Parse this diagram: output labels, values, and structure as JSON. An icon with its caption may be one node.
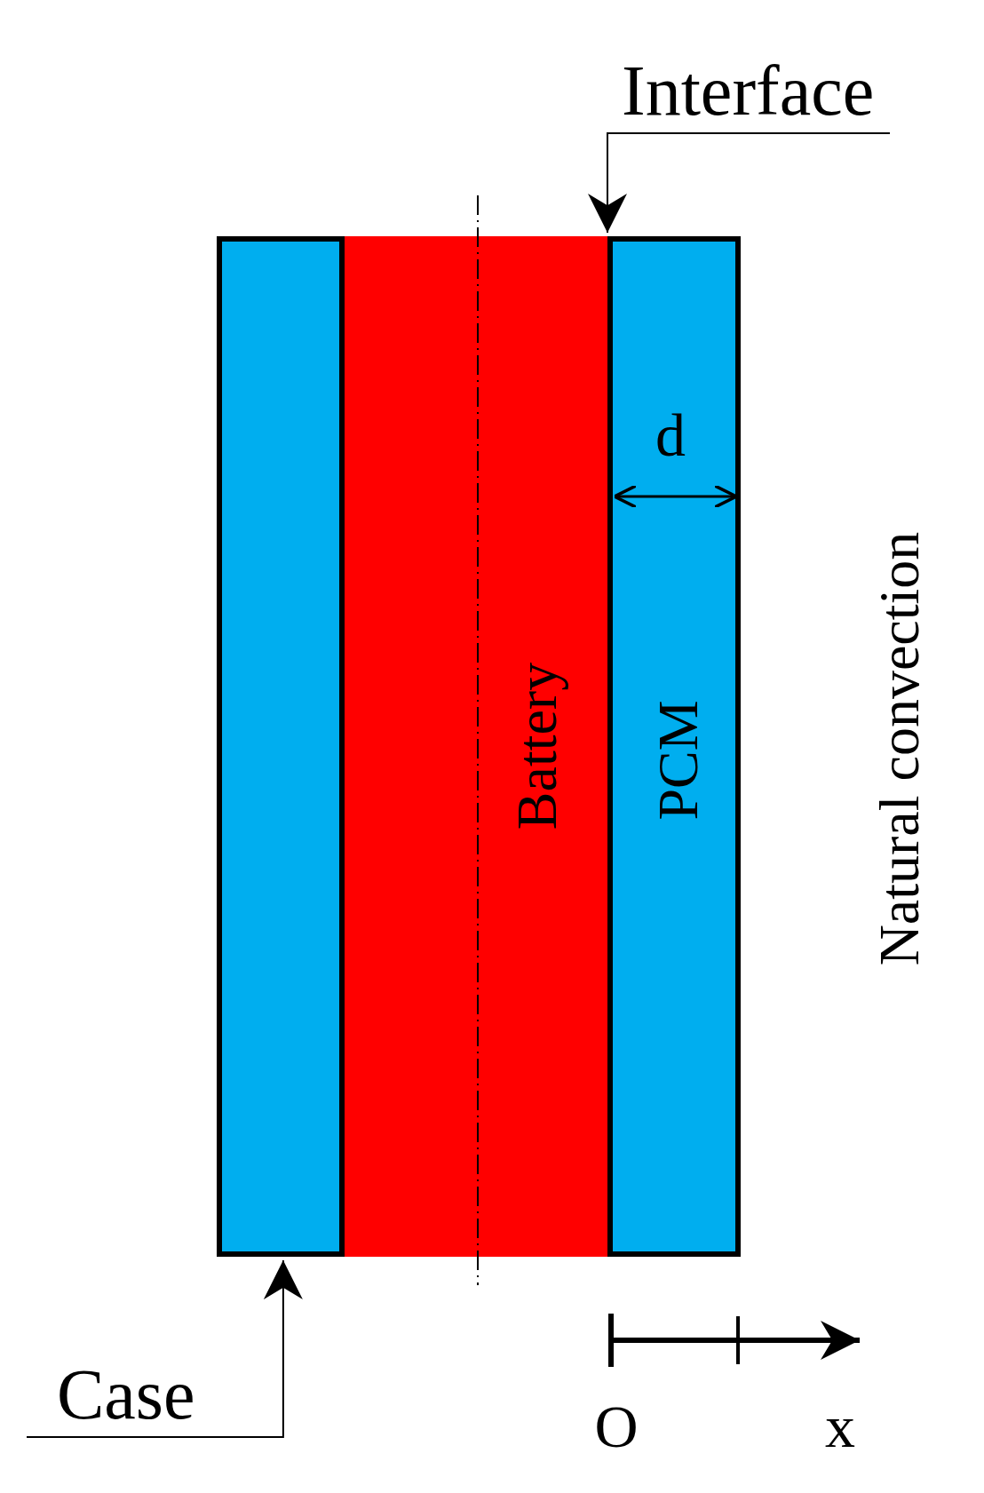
{
  "diagram": {
    "nodes": [
      {
        "text": [
          "Interface"
        ]
      },
      {
        "text": [
          "Case"
        ]
      },
      {
        "text": [],
        "shape": "box"
      },
      {
        "text": [
          "Battery"
        ]
      },
      {
        "text": [
          "PCM"
        ]
      }
    ],
    "edges": [
      {
        "from": 0,
        "to": 4,
        "arrow": "to"
      },
      {
        "from": 1,
        "to": 2,
        "arrow": "to"
      }
    ],
    "labels": [
      "d",
      "Natural convection",
      "O",
      "x"
    ]
  }
}
